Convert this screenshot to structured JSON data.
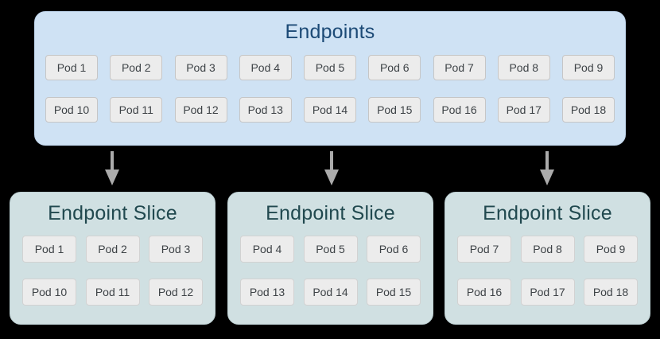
{
  "endpoints": {
    "title": "Endpoints",
    "rows": [
      [
        "Pod 1",
        "Pod 2",
        "Pod 3",
        "Pod 4",
        "Pod 5",
        "Pod 6",
        "Pod 7",
        "Pod 8",
        "Pod 9"
      ],
      [
        "Pod 10",
        "Pod 11",
        "Pod 12",
        "Pod 13",
        "Pod 14",
        "Pod 15",
        "Pod 16",
        "Pod 17",
        "Pod 18"
      ]
    ]
  },
  "arrows": {
    "icon": "arrow-down",
    "count": 3
  },
  "slices": [
    {
      "title": "Endpoint Slice",
      "rows": [
        [
          "Pod 1",
          "Pod 2",
          "Pod 3"
        ],
        [
          "Pod 10",
          "Pod 11",
          "Pod 12"
        ]
      ]
    },
    {
      "title": "Endpoint Slice",
      "rows": [
        [
          "Pod 4",
          "Pod 5",
          "Pod 6"
        ],
        [
          "Pod 13",
          "Pod 14",
          "Pod 15"
        ]
      ]
    },
    {
      "title": "Endpoint Slice",
      "rows": [
        [
          "Pod 7",
          "Pod 8",
          "Pod 9"
        ],
        [
          "Pod 16",
          "Pod 17",
          "Pod 18"
        ]
      ]
    }
  ],
  "colors": {
    "page_background": "#000000",
    "endpoints_box_bg": "#cfe2f4",
    "endpoints_title_text": "#1c4a76",
    "slice_box_bg": "#d0e0e2",
    "slice_title_text": "#21494f",
    "pod_bg": "#ececec",
    "pod_border": "#c6c6c6",
    "pod_text": "#3e4347",
    "arrow": "#ababab"
  }
}
